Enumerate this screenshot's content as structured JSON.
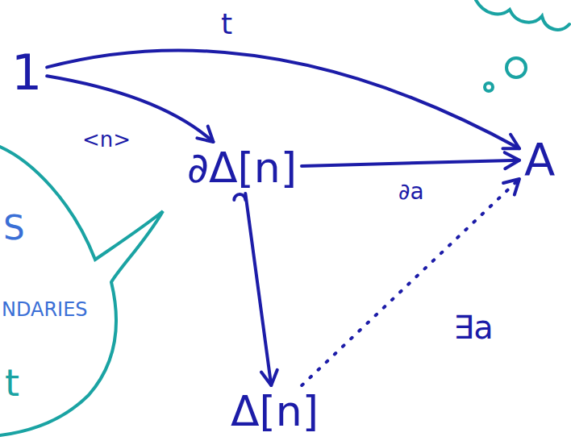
{
  "diagram": {
    "nodes": [
      {
        "text": [
          "1"
        ]
      },
      {
        "text": [
          "∂Δ[n]"
        ]
      },
      {
        "text": [
          "Δ[n]"
        ]
      },
      {
        "text": [
          "A"
        ]
      }
    ],
    "edges": [
      {
        "from": 0,
        "to": 3,
        "arrow": "to",
        "label": "t"
      },
      {
        "from": 0,
        "to": 1,
        "arrow": "to",
        "label": "<n>"
      },
      {
        "from": 1,
        "to": 3,
        "arrow": "to",
        "label": "∂a"
      },
      {
        "from": 1,
        "to": 2,
        "arrow": "to"
      },
      {
        "from": 2,
        "to": 3,
        "arrow": "to",
        "label": "∃a"
      }
    ],
    "labels": [
      "S",
      "NDARIES",
      "t"
    ]
  }
}
